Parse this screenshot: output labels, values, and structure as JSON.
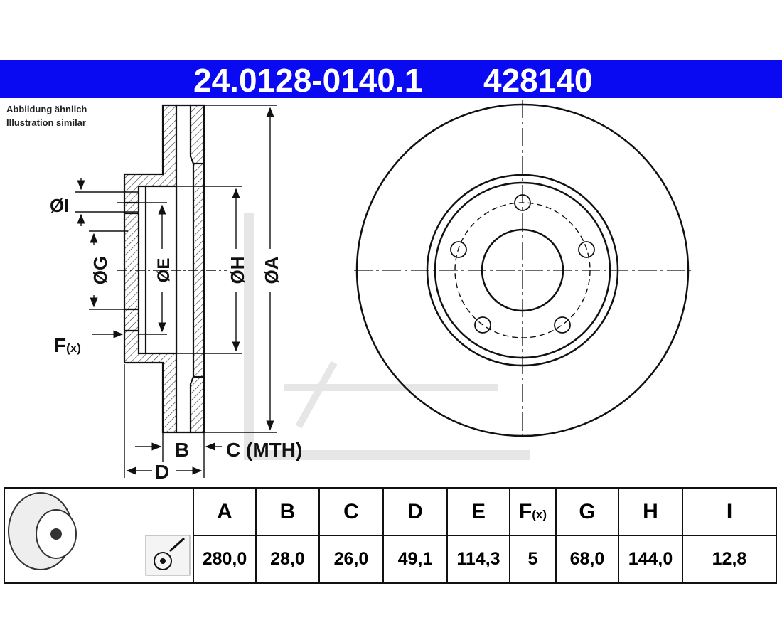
{
  "header": {
    "part_number": "24.0128-0140.1",
    "code": "428140",
    "bg_color": "#0a0af2"
  },
  "note": {
    "de": "Abbildung ähnlich",
    "en": "Illustration similar"
  },
  "drawing_labels": {
    "I": "ØI",
    "G": "ØG",
    "E": "ØE",
    "H": "ØH",
    "A": "ØA",
    "F": "F",
    "F_sub": "(x)",
    "B": "B",
    "C": "C (MTH)",
    "D": "D"
  },
  "table": {
    "headers": [
      "A",
      "B",
      "C",
      "D",
      "E",
      "F",
      "G",
      "H",
      "I"
    ],
    "f_sub": "(x)",
    "values": [
      "280,0",
      "28,0",
      "26,0",
      "49,1",
      "114,3",
      "5",
      "68,0",
      "144,0",
      "12,8"
    ]
  }
}
